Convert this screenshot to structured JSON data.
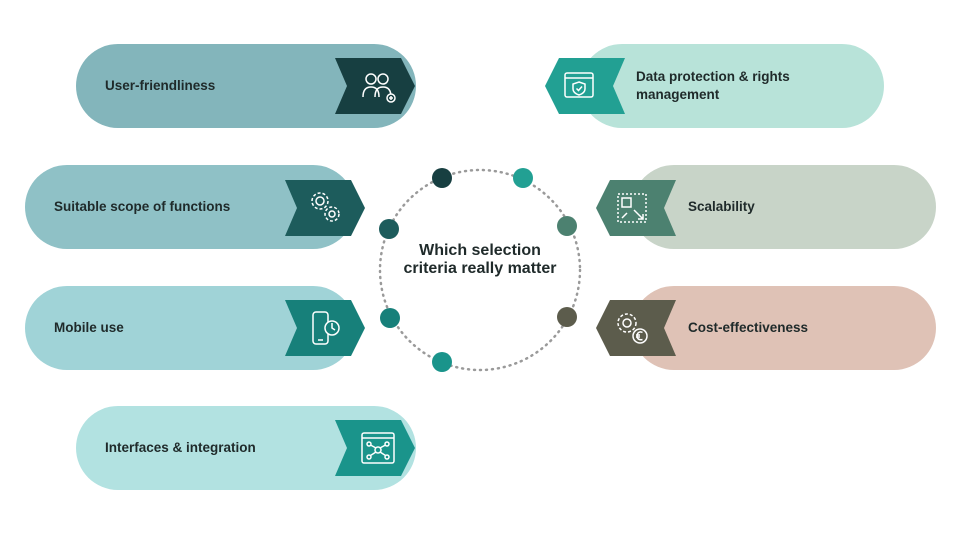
{
  "center": {
    "title": "Which selection criteria really matter"
  },
  "left_items": [
    {
      "label": "User-friendliness",
      "color": "#83b5bb",
      "tag_color": "#173f41",
      "icon": "users-icon"
    },
    {
      "label": "Suitable scope of functions",
      "color": "#8fc1c6",
      "tag_color": "#1d5c5c",
      "icon": "gears-icon"
    },
    {
      "label": "Mobile use",
      "color": "#a0d3d7",
      "tag_color": "#17807a",
      "icon": "mobile-icon"
    },
    {
      "label": "Interfaces & integration",
      "color": "#b2e2e1",
      "tag_color": "#1a948b",
      "icon": "network-icon"
    }
  ],
  "right_items": [
    {
      "label": "Data protection & rights management",
      "color": "#b8e3d9",
      "tag_color": "#22a093",
      "icon": "shield-window-icon"
    },
    {
      "label": "Scalability",
      "color": "#c8d4c8",
      "tag_color": "#4c8170",
      "icon": "resize-icon"
    },
    {
      "label": "Cost-effectiveness",
      "color": "#dfc2b6",
      "tag_color": "#5c5c4c",
      "icon": "gear-euro-icon"
    }
  ],
  "dots": {
    "colors": [
      "#173f41",
      "#22a093",
      "#1d5c5c",
      "#4c8170",
      "#17807a",
      "#5c5c4c",
      "#1a948b"
    ]
  }
}
